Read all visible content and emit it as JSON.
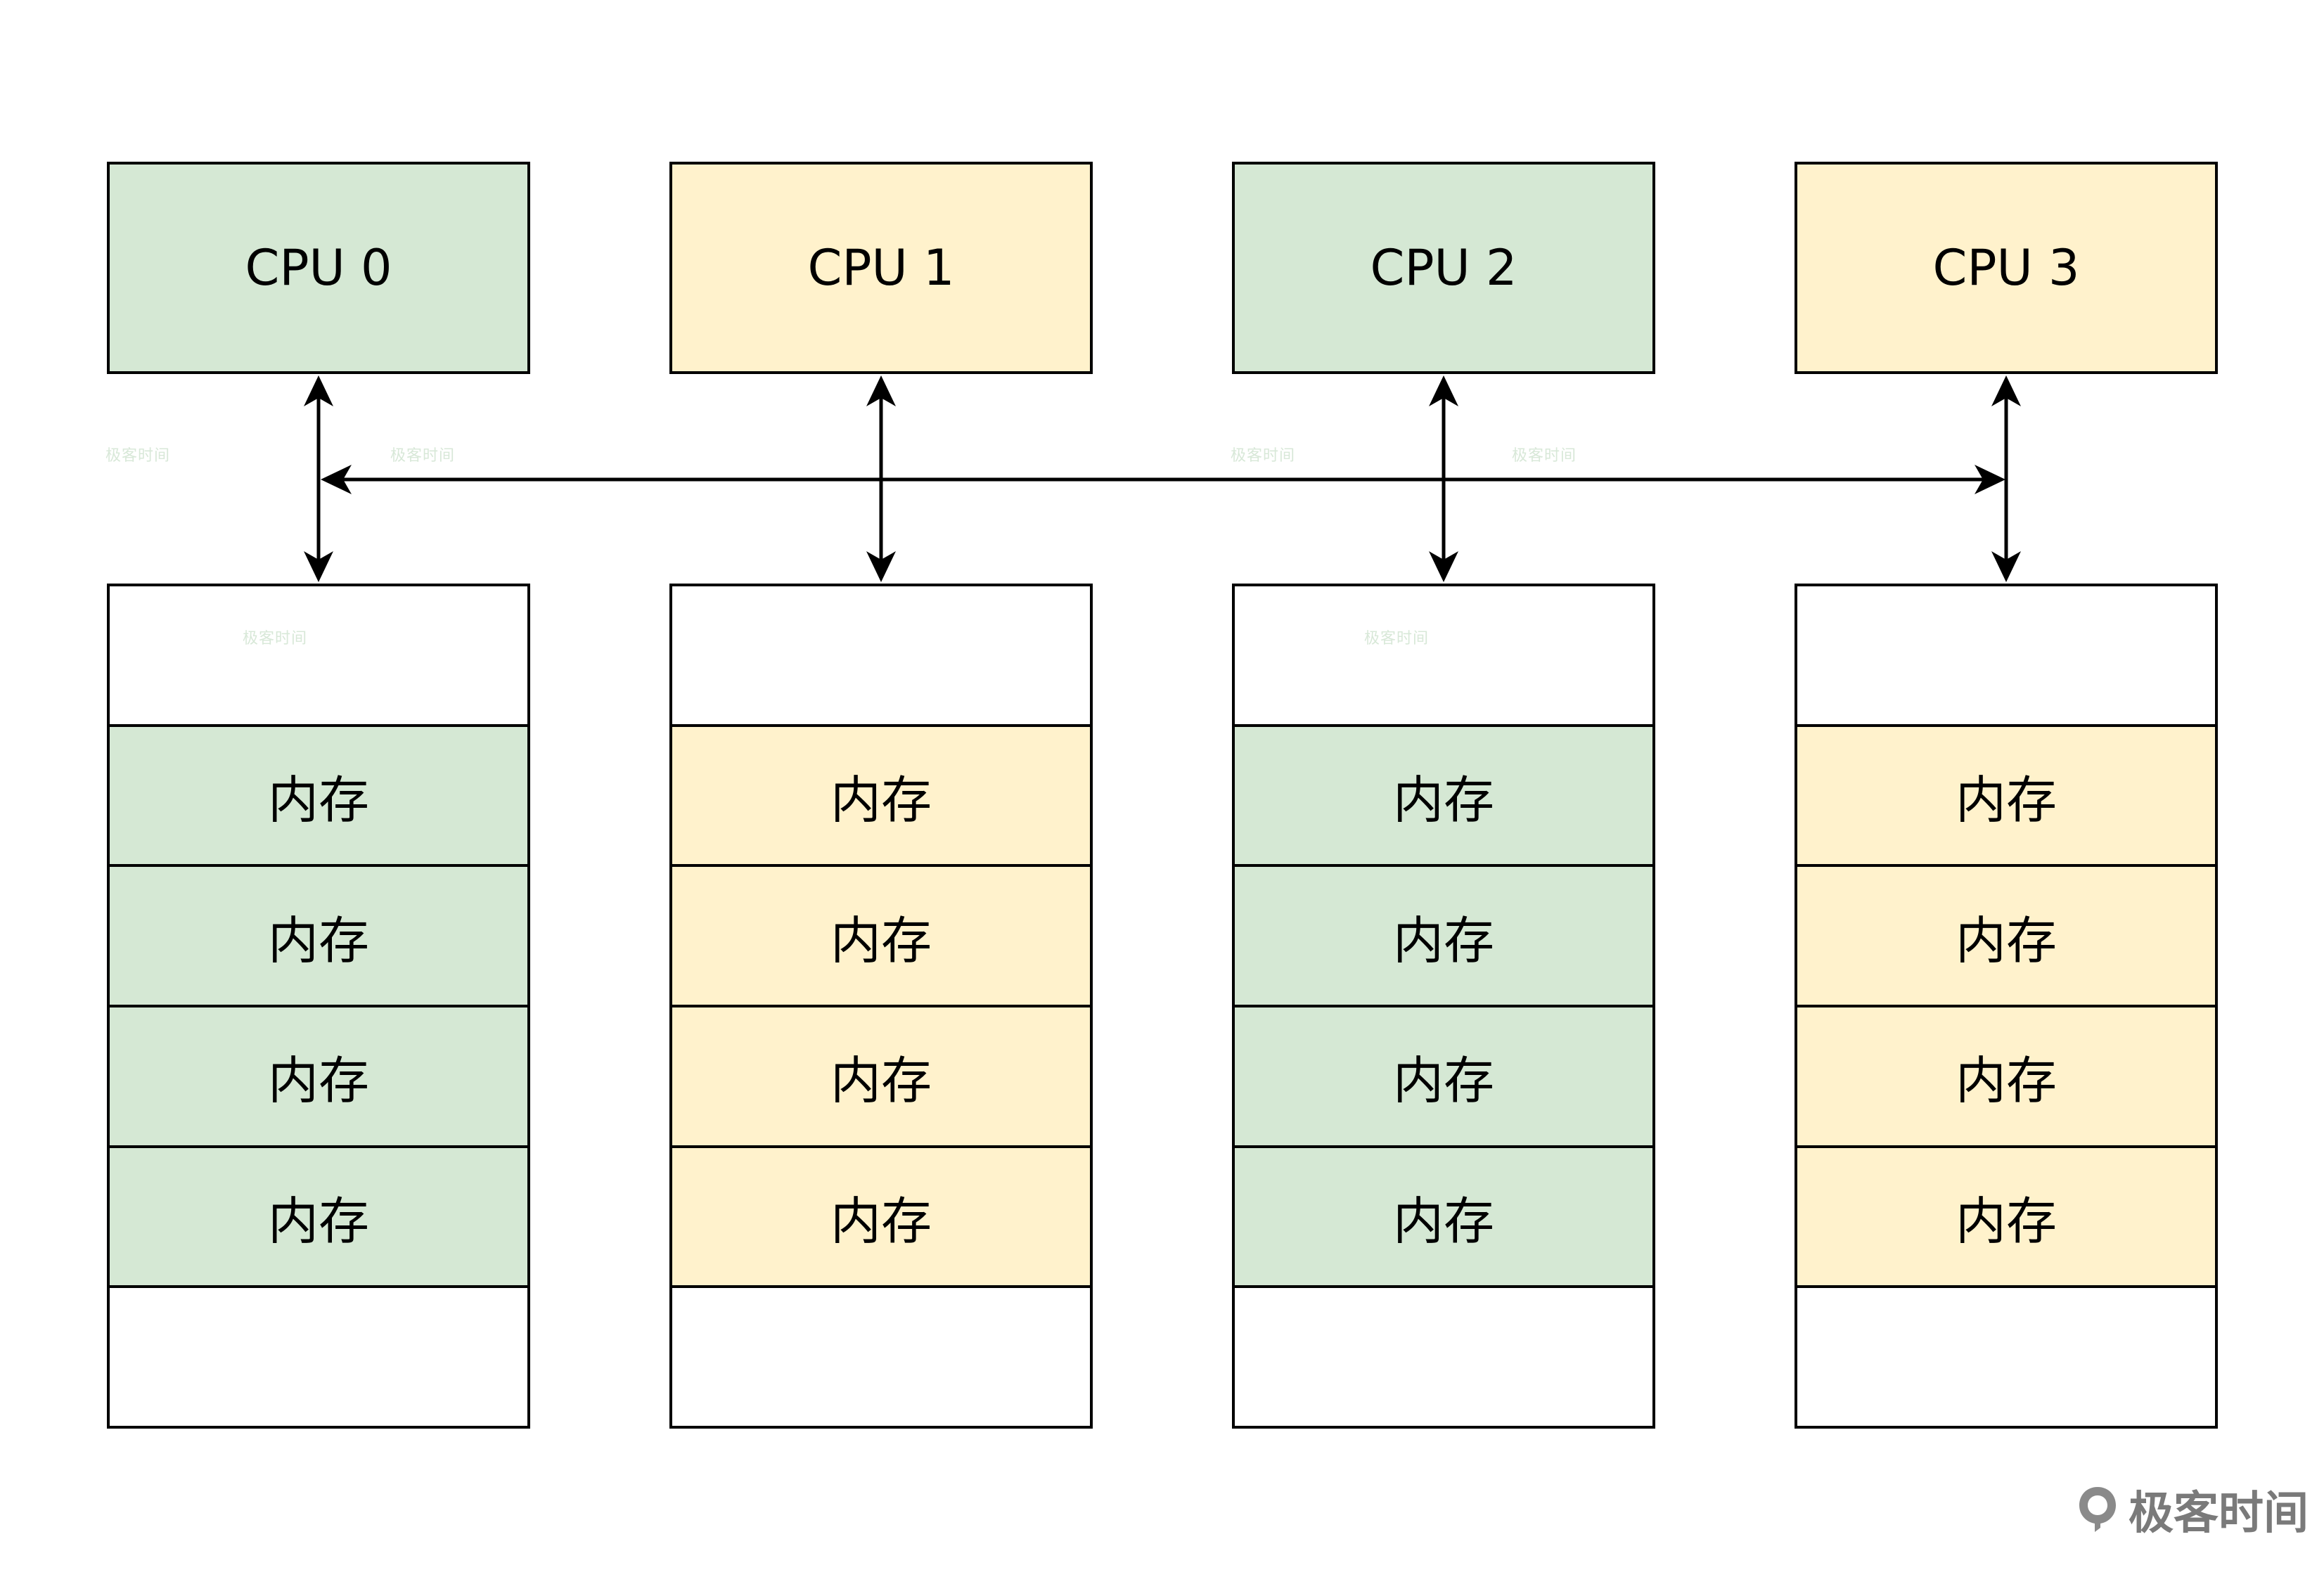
{
  "cpus": [
    {
      "label": "CPU 0",
      "color": "#d5e8d4"
    },
    {
      "label": "CPU 1",
      "color": "#fff2cc"
    },
    {
      "label": "CPU 2",
      "color": "#d5e8d4"
    },
    {
      "label": "CPU 3",
      "color": "#fff2cc"
    }
  ],
  "memory_columns": [
    {
      "cells": [
        "",
        "内存",
        "内存",
        "内存",
        "内存",
        ""
      ],
      "color": "#d5e8d4"
    },
    {
      "cells": [
        "",
        "内存",
        "内存",
        "内存",
        "内存",
        ""
      ],
      "color": "#fff2cc"
    },
    {
      "cells": [
        "",
        "内存",
        "内存",
        "内存",
        "内存",
        ""
      ],
      "color": "#d5e8d4"
    },
    {
      "cells": [
        "",
        "内存",
        "内存",
        "内存",
        "内存",
        ""
      ],
      "color": "#fff2cc"
    }
  ],
  "watermark_text": "极客时间",
  "logo_text": "极客时间",
  "colors": {
    "stroke": "#000000",
    "green": "#d5e8d4",
    "yellow": "#fff2cc"
  }
}
